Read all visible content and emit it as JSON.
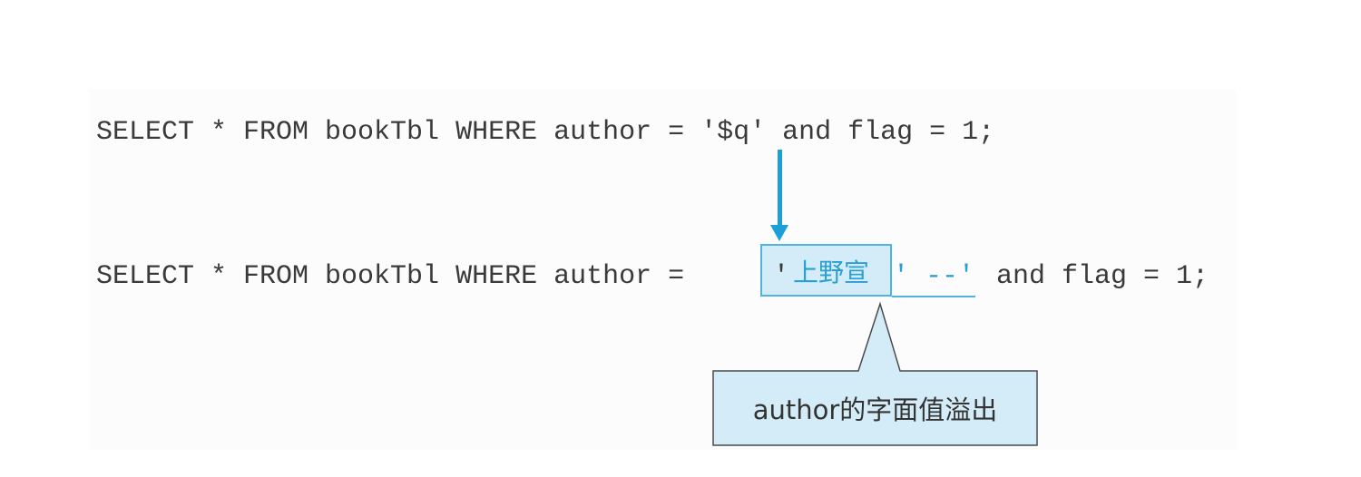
{
  "query_template": "SELECT * FROM bookTbl WHERE author = '$q' and flag = 1;",
  "injected_query": {
    "prefix": "SELECT * FROM bookTbl WHERE author = ",
    "open_quote": "'",
    "injected_value": "上野宣",
    "injected_tail": "' --'",
    "suffix": "and flag = 1;"
  },
  "callout": {
    "label": "author的字面值溢出"
  },
  "colors": {
    "accent": "#1a9fd6",
    "highlight_fill": "#d3ecf7",
    "highlight_border": "#4fb4e0",
    "text": "#3a3a3a"
  }
}
